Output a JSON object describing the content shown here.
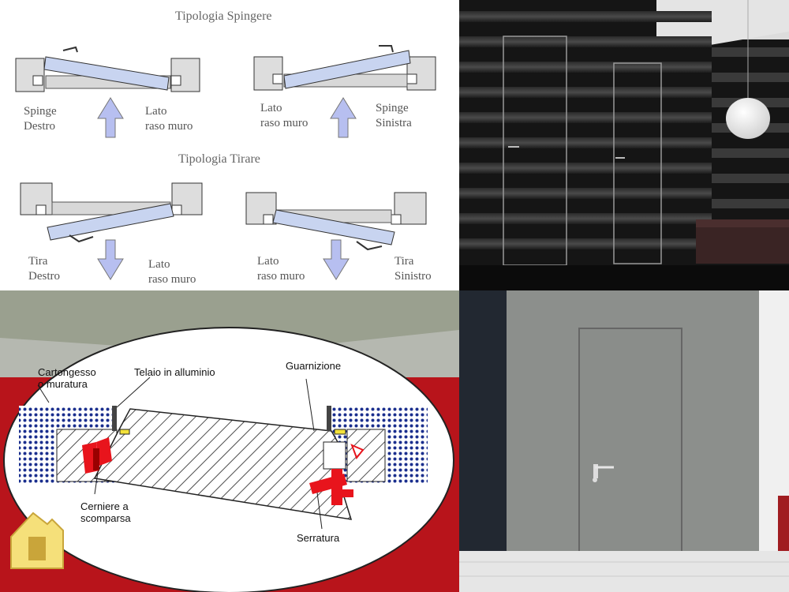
{
  "push_diagram": {
    "title": "Tipologia Spingere",
    "left_label": "Spinge\nDestro",
    "center_left_label": "Lato\nraso muro",
    "center_right_label": "Lato\nraso muro",
    "right_label": "Spinge\nSinistra"
  },
  "pull_diagram": {
    "title": "Tipologia Tirare",
    "left_label": "Tira\nDestro",
    "center_left_label": "Lato\nraso muro",
    "center_right_label": "Lato\nraso muro",
    "right_label": "Tira\nSinistro"
  },
  "section_diagram": {
    "label_wall": "Cartongesso\no muratura",
    "label_frame": "Telaio in alluminio",
    "label_gasket": "Guarnizione",
    "label_hinges": "Cerniere a\nscomparsa",
    "label_lock": "Serratura"
  },
  "colors": {
    "door_leaf": "#c8d4f0",
    "arrow": "#b7bff0",
    "hardware_red": "#e8141c",
    "wall_dots": "#1b2f8e",
    "background_red": "#b8141b"
  }
}
